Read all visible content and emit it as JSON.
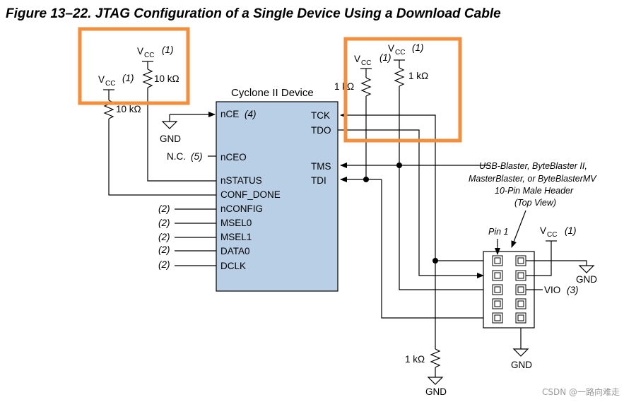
{
  "figure": {
    "title": "Figure 13–22. JTAG Configuration of a Single Device Using a Download Cable",
    "colors": {
      "device_fill": "#b8cfe6",
      "highlight": "#f28e3c",
      "wire": "#000000"
    }
  },
  "device": {
    "name": "Cyclone II Device",
    "left_pins": [
      "nCE",
      "nCEO",
      "nSTATUS",
      "CONF_DONE",
      "nCONFIG",
      "MSEL0",
      "MSEL1",
      "DATA0",
      "DCLK"
    ],
    "nce_note": "(4)",
    "nceo_prefix": "N.C.",
    "nceo_note": "(5)",
    "pin_note": "(2)",
    "right_pins": [
      "TCK",
      "TDO",
      "TMS",
      "TDI"
    ]
  },
  "power": {
    "vcc": "V",
    "vcc_sub": "CC",
    "vcc_note": "(1)",
    "gnd": "GND",
    "vio": "VIO",
    "vio_note": "(3)",
    "r_10k": "10 kΩ",
    "r_1k": "1 kΩ"
  },
  "header": {
    "lines": [
      "USB-Blaster, ByteBlaster II,",
      "MasterBlaster, or ByteBlasterMV",
      "10-Pin Male Header",
      "(Top View)"
    ],
    "pin1": "Pin 1"
  },
  "watermark": "CSDN @一路向难走"
}
